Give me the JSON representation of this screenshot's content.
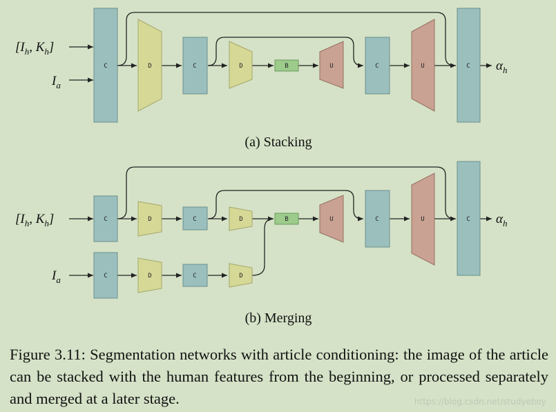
{
  "diagram_a": {
    "inputs": [
      "[I",
      "h",
      ", K",
      "h",
      "]"
    ],
    "input2": [
      "I",
      "a"
    ],
    "output": [
      "α",
      "h"
    ],
    "blocks": [
      "C",
      "D",
      "C",
      "D",
      "B",
      "U",
      "C",
      "U",
      "C"
    ],
    "subtitle": "(a) Stacking"
  },
  "diagram_b": {
    "inputs": [
      "[I",
      "h",
      ", K",
      "h",
      "]"
    ],
    "input2": [
      "I",
      "a"
    ],
    "output": [
      "α",
      "h"
    ],
    "blocks_top": [
      "C",
      "D",
      "C",
      "D",
      "B",
      "U",
      "C",
      "U",
      "C"
    ],
    "blocks_bottom": [
      "C",
      "D",
      "C",
      "D"
    ],
    "subtitle": "(b) Merging"
  },
  "caption": "Figure 3.11: Segmentation networks with article conditioning: the image of the article can be stacked with the human features from the beginning, or processed separately and merged at a later stage.",
  "watermark": "https://blog.csdn.net/studyeboy",
  "colors": {
    "background": "#d5e2c7",
    "conv": "#9bbfbd",
    "down": "#d6d896",
    "bottleneck": "#9ccb8c",
    "up": "#c9a294"
  }
}
